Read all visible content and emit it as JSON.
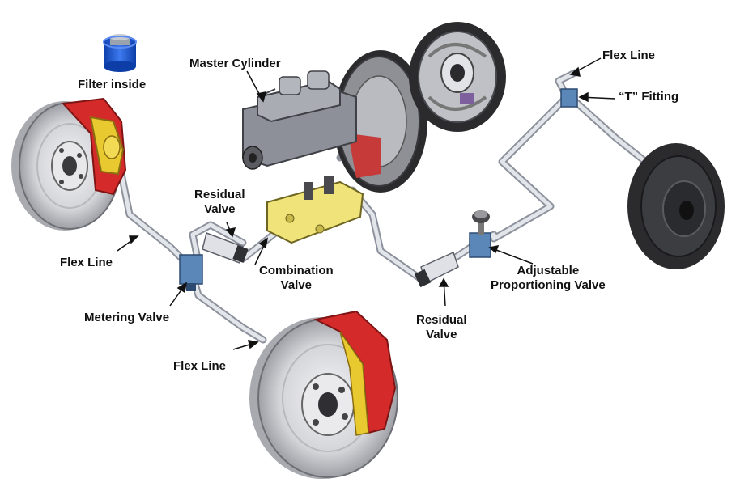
{
  "labels": {
    "filter": "Filter inside",
    "master_cylinder": "Master Cylinder",
    "flex_line_top": "Flex Line",
    "t_fitting": "“T” Fitting",
    "residual_valve_upper_line1": "Residual",
    "residual_valve_upper_line2": "Valve",
    "flex_line_left": "Flex Line",
    "combination_valve_line1": "Combination",
    "combination_valve_line2": "Valve",
    "adjustable_pv_line1": "Adjustable",
    "adjustable_pv_line2": "Proportioning Valve",
    "metering_valve": "Metering Valve",
    "residual_valve_lower_line1": "Residual",
    "residual_valve_lower_line2": "Valve",
    "flex_line_bottom": "Flex Line"
  },
  "colors": {
    "caliper_red": "#d42a2a",
    "caliper_yellow": "#e8c930",
    "filter_blue": "#1f5fd6",
    "valve_yellow": "#efe37a",
    "fitting_blue": "#5b86b8",
    "line_gray": "#c9ccd3",
    "rotor_gray": "#d9d9dc",
    "drum_dark": "#2b2b2e"
  },
  "icons": [
    "filter-icon",
    "front-left-disc-brake",
    "front-right-disc-brake",
    "rear-drum-brake",
    "rear-wheel-drum",
    "master-cylinder",
    "brake-booster",
    "combination-valve",
    "metering-valve-body",
    "proportioning-valve-body",
    "t-fitting-body"
  ]
}
